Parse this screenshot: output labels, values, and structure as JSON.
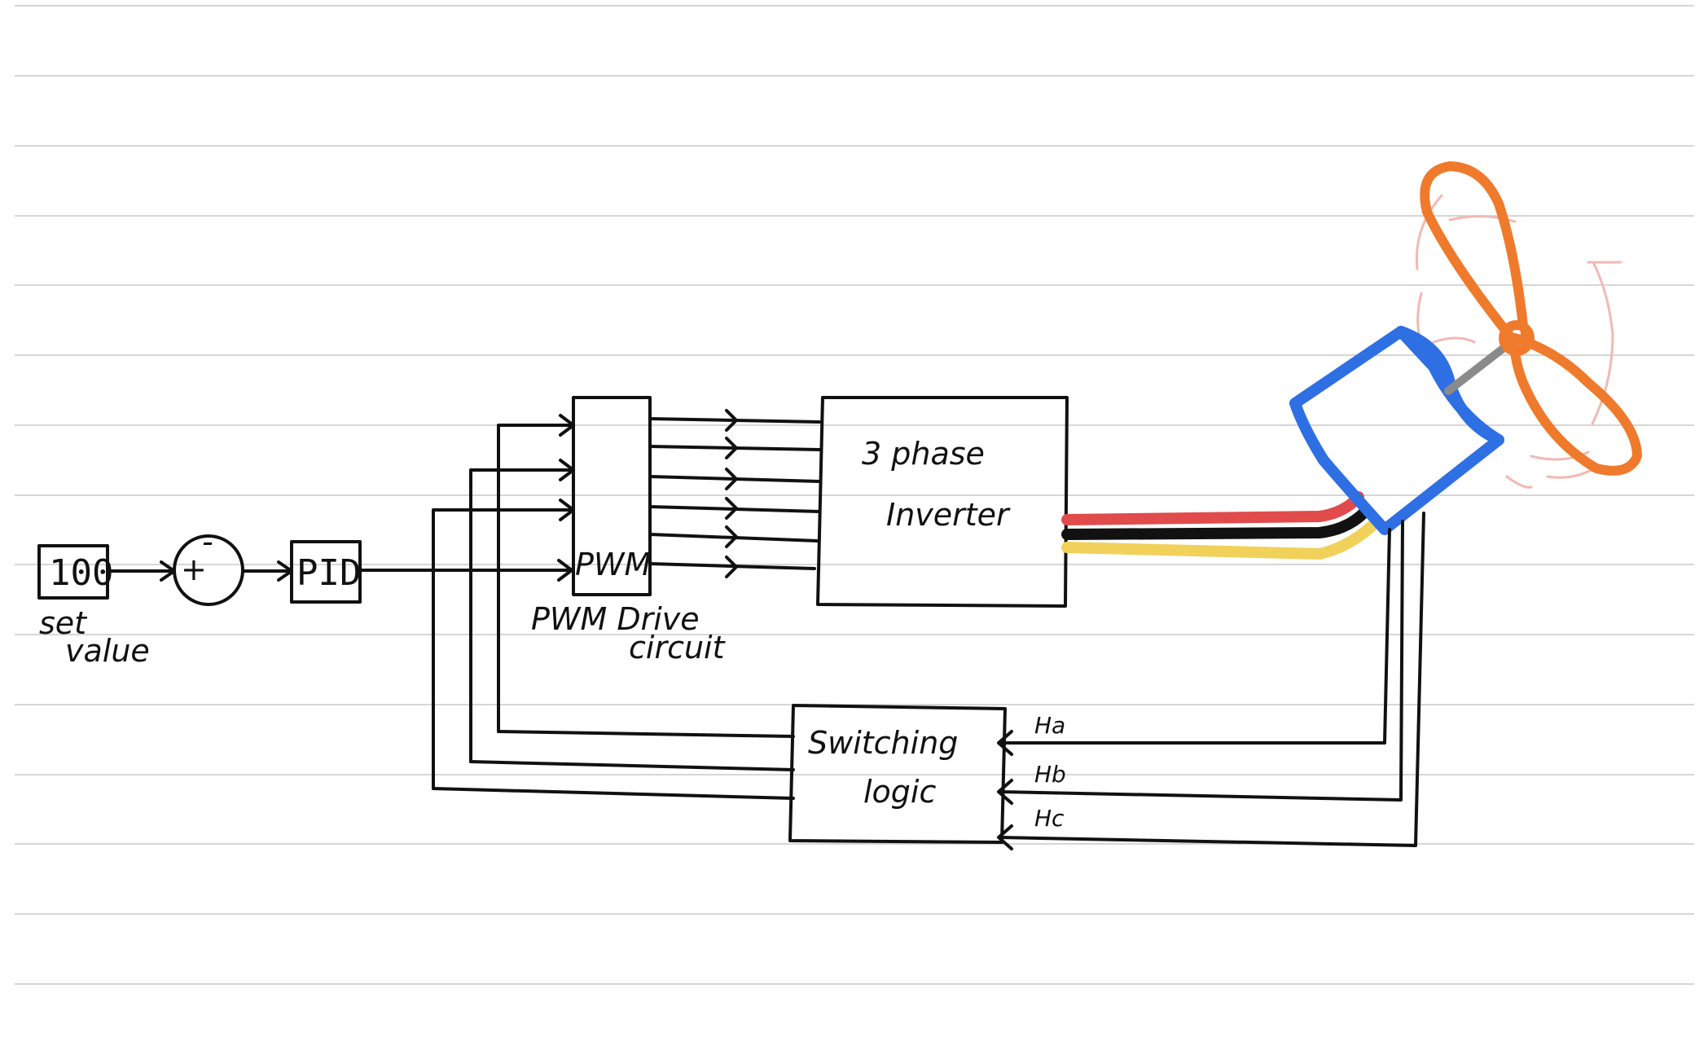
{
  "blocks": {
    "setpoint_value": "100",
    "setpoint_caption_1": "set",
    "setpoint_caption_2": "value",
    "sum_plus": "+",
    "sum_minus": "-",
    "pid": "PID",
    "pwm": "PWM",
    "pwm_caption_1": "PWM Drive",
    "pwm_caption_2": "circuit",
    "inverter_1": "3 phase",
    "inverter_2": "Inverter",
    "switching_1": "Switching",
    "switching_2": "logic"
  },
  "hall_sensors": [
    "Ha",
    "Hb",
    "Hc"
  ],
  "colors": {
    "ink": "#111111",
    "wire_red": "#e14b4b",
    "wire_black": "#111111",
    "wire_yellow": "#f2d15a",
    "motor": "#2f6fe4",
    "propeller": "#ef7a2c",
    "motion_lines": "#f2b9b2",
    "shaft": "#8a8a8a"
  }
}
